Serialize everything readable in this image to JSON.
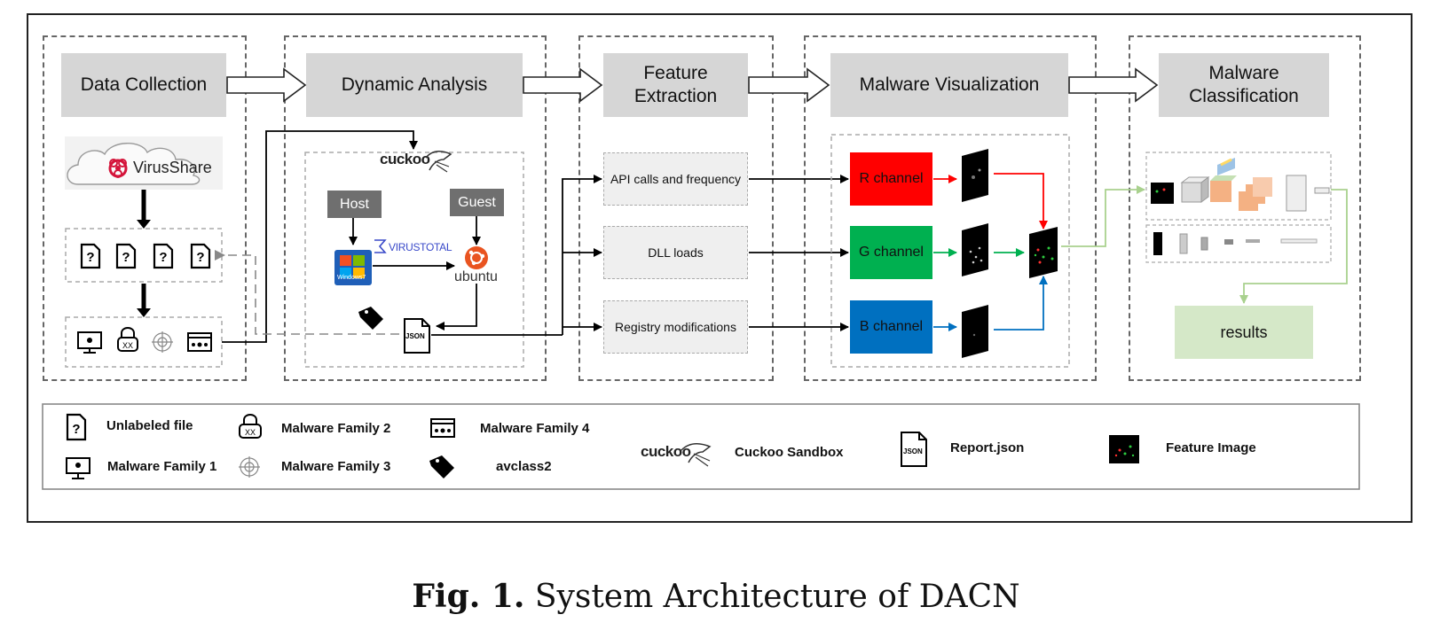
{
  "stages": {
    "data_collection": "Data Collection",
    "dynamic_analysis": "Dynamic Analysis",
    "feature_extraction": "Feature\nExtraction",
    "malware_visualization": "Malware Visualization",
    "malware_classification": "Malware\nClassification"
  },
  "data_collection": {
    "source": "VirusShare"
  },
  "dynamic_analysis": {
    "sandbox_logo": "cuckoo",
    "host": "Host",
    "guest": "Guest",
    "windows_badge": "Windows7",
    "virustotal": "VIRUSTOTAL",
    "ubuntu": "ubuntu",
    "json_label": "JSON"
  },
  "features": {
    "api": "API calls and frequency",
    "dll": "DLL loads",
    "registry": "Registry modifications"
  },
  "channels": {
    "r": "R channel",
    "g": "G channel",
    "b": "B channel"
  },
  "classification": {
    "results": "results"
  },
  "legend": {
    "unlabeled": "Unlabeled file",
    "family1": "Malware Family 1",
    "family2": "Malware Family 2",
    "family3": "Malware Family 3",
    "family4": "Malware Family 4",
    "avclass": "avclass2",
    "cuckoo_logo": "cuckoo",
    "cuckoo": "Cuckoo Sandbox",
    "report": "Report.json",
    "report_icon": "JSON",
    "feature_image": "Feature Image"
  },
  "caption": {
    "label": "Fig. 1.",
    "text": "System Architecture of DACN"
  },
  "colors": {
    "red": "#ff0000",
    "green": "#00b050",
    "blue": "#0070c0",
    "header_gray": "#d6d6d6",
    "results_green": "#d5e8c8"
  },
  "icons": [
    "question-file-icon",
    "monitor-bug-icon",
    "lock-bug-icon",
    "target-bug-icon",
    "window-bug-icon",
    "tag-icon",
    "json-file-icon",
    "biohazard-icon",
    "cloud-icon",
    "windows-logo-icon",
    "ubuntu-logo-icon",
    "cuckoo-bird-icon"
  ]
}
